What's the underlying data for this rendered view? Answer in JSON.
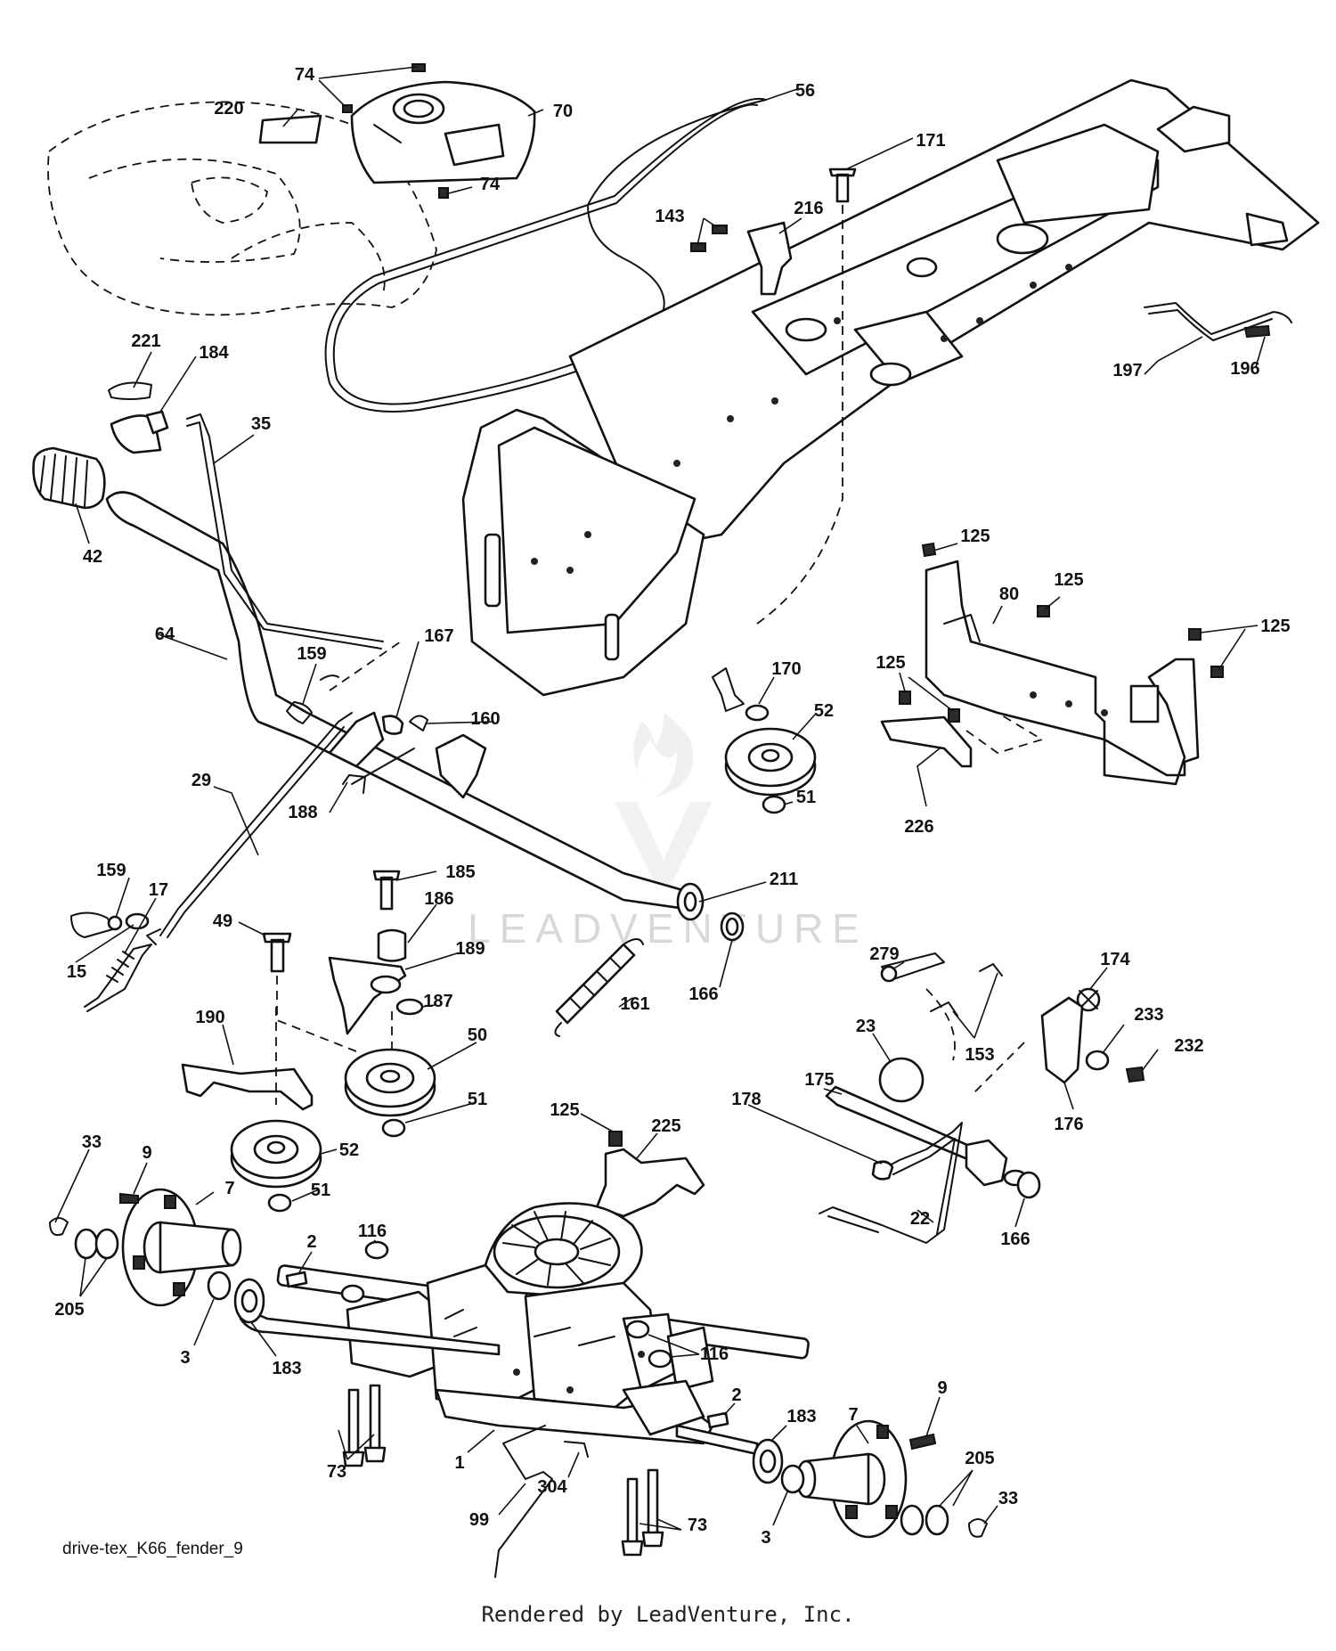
{
  "diagram": {
    "id": "drive-tex_K66_fender_9",
    "credit": "Rendered by LeadVenture, Inc.",
    "watermark": "LEADVENTURE"
  },
  "callouts": [
    {
      "label": "74"
    },
    {
      "label": "220"
    },
    {
      "label": "70"
    },
    {
      "label": "56"
    },
    {
      "label": "74"
    },
    {
      "label": "171"
    },
    {
      "label": "143"
    },
    {
      "label": "216"
    },
    {
      "label": "221"
    },
    {
      "label": "184"
    },
    {
      "label": "35"
    },
    {
      "label": "42"
    },
    {
      "label": "197"
    },
    {
      "label": "196"
    },
    {
      "label": "125"
    },
    {
      "label": "125"
    },
    {
      "label": "80"
    },
    {
      "label": "125"
    },
    {
      "label": "125"
    },
    {
      "label": "64"
    },
    {
      "label": "159"
    },
    {
      "label": "167"
    },
    {
      "label": "160"
    },
    {
      "label": "170"
    },
    {
      "label": "52"
    },
    {
      "label": "29"
    },
    {
      "label": "226"
    },
    {
      "label": "51"
    },
    {
      "label": "188"
    },
    {
      "label": "185"
    },
    {
      "label": "211"
    },
    {
      "label": "159"
    },
    {
      "label": "17"
    },
    {
      "label": "186"
    },
    {
      "label": "49"
    },
    {
      "label": "189"
    },
    {
      "label": "15"
    },
    {
      "label": "166"
    },
    {
      "label": "279"
    },
    {
      "label": "174"
    },
    {
      "label": "187"
    },
    {
      "label": "161"
    },
    {
      "label": "23"
    },
    {
      "label": "153"
    },
    {
      "label": "233"
    },
    {
      "label": "232"
    },
    {
      "label": "190"
    },
    {
      "label": "50"
    },
    {
      "label": "175"
    },
    {
      "label": "51"
    },
    {
      "label": "178"
    },
    {
      "label": "176"
    },
    {
      "label": "125"
    },
    {
      "label": "225"
    },
    {
      "label": "33"
    },
    {
      "label": "9"
    },
    {
      "label": "52"
    },
    {
      "label": "7"
    },
    {
      "label": "51"
    },
    {
      "label": "22"
    },
    {
      "label": "166"
    },
    {
      "label": "116"
    },
    {
      "label": "2"
    },
    {
      "label": "205"
    },
    {
      "label": "3"
    },
    {
      "label": "183"
    },
    {
      "label": "116"
    },
    {
      "label": "2"
    },
    {
      "label": "183"
    },
    {
      "label": "7"
    },
    {
      "label": "9"
    },
    {
      "label": "1"
    },
    {
      "label": "205"
    },
    {
      "label": "73"
    },
    {
      "label": "304"
    },
    {
      "label": "33"
    },
    {
      "label": "73"
    },
    {
      "label": "3"
    },
    {
      "label": "99"
    }
  ]
}
